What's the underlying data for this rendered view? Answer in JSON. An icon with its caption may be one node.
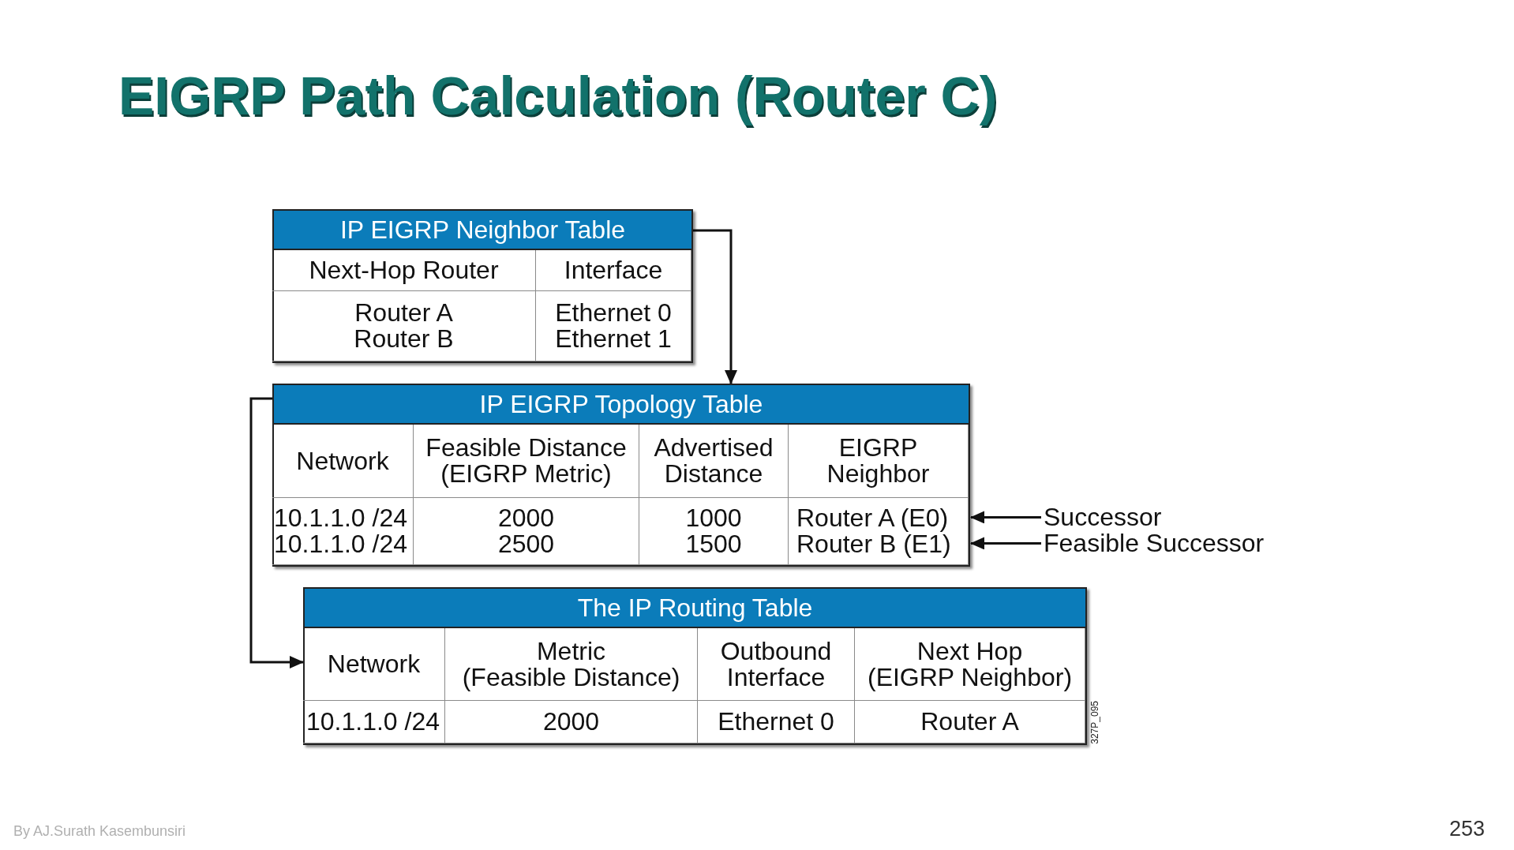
{
  "diagram": {
    "title": "EIGRP Path Calculation (Router C)",
    "nodes": [
      {
        "text": [
          "IP EIGRP Neighbor Table"
        ]
      },
      {
        "text": [
          "Next-Hop Router"
        ],
        "in": 0
      },
      {
        "text": [
          "Interface"
        ],
        "in": 0
      },
      {
        "text": [
          "Router A",
          "Router B"
        ],
        "in": 0
      },
      {
        "text": [
          "Ethernet 0",
          "Ethernet 1"
        ],
        "in": 0
      },
      {
        "text": [
          "IP EIGRP Topology Table"
        ]
      },
      {
        "text": [
          "Network"
        ],
        "in": 5
      },
      {
        "text": [
          "Feasible Distance",
          "(EIGRP Metric)"
        ],
        "in": 5
      },
      {
        "text": [
          "Advertised Distance"
        ],
        "in": 5
      },
      {
        "text": [
          "EIGRP Neighbor"
        ],
        "in": 5
      },
      {
        "text": [
          "10.1.1.0 /24",
          "10.1.1.0 /24"
        ],
        "in": 5
      },
      {
        "text": [
          "2000",
          "2500"
        ],
        "in": 5
      },
      {
        "text": [
          "1000",
          "1500"
        ],
        "in": 5
      },
      {
        "text": [
          "Router A (E0)",
          "Router B (E1)"
        ],
        "in": 5
      },
      {
        "text": [
          "The IP Routing Table"
        ]
      },
      {
        "text": [
          "Network"
        ],
        "in": 14
      },
      {
        "text": [
          "Metric",
          "(Feasible Distance)"
        ],
        "in": 14
      },
      {
        "text": [
          "Outbound Interface"
        ],
        "in": 14
      },
      {
        "text": [
          "Next Hop",
          "(EIGRP Neighbor)"
        ],
        "in": 14
      },
      {
        "text": [
          "10.1.1.0 /24"
        ],
        "in": 14
      },
      {
        "text": [
          "2000"
        ],
        "in": 14
      },
      {
        "text": [
          "Ethernet 0"
        ],
        "in": 14
      },
      {
        "text": [
          "Router A"
        ],
        "in": 14
      },
      {
        "text": [
          "Successor"
        ]
      },
      {
        "text": [
          "Feasible Successor"
        ]
      }
    ],
    "edges": [
      {
        "from": 0,
        "to": 5,
        "arrow": "to"
      },
      {
        "from": 5,
        "to": 14,
        "arrow": "to"
      },
      {
        "from": 23,
        "to": 13,
        "arrow": "to"
      },
      {
        "from": 24,
        "to": 13,
        "arrow": "to"
      }
    ],
    "labels": [
      "327P_095",
      "By AJ.Surath Kasembunsiri",
      "253"
    ]
  }
}
